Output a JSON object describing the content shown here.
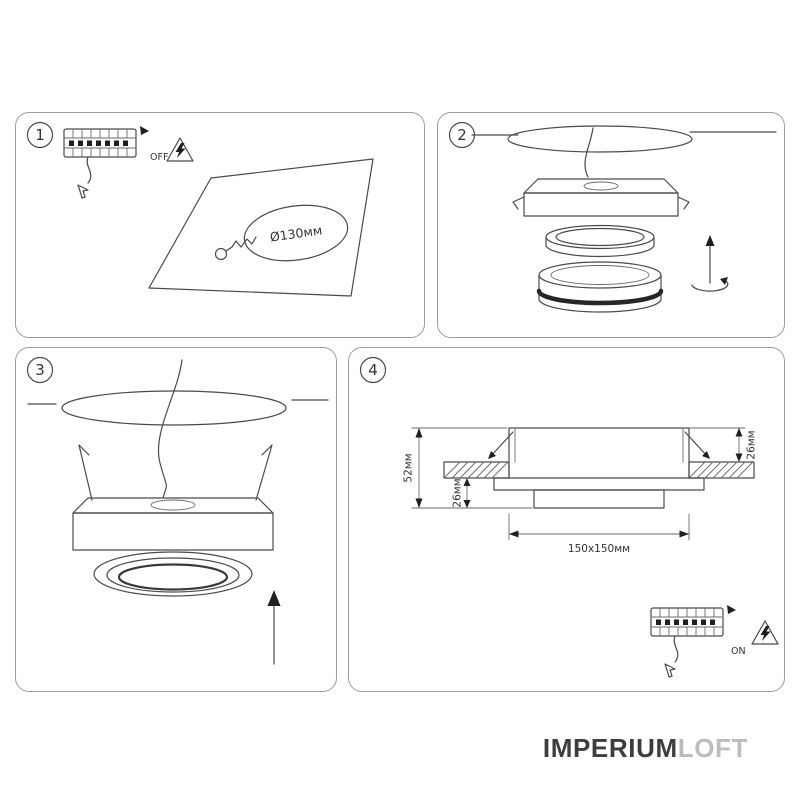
{
  "steps": {
    "step1": {
      "number": "1",
      "switch_label": "OFF",
      "hole_diameter_label": "Ø130мм"
    },
    "step2": {
      "number": "2"
    },
    "step3": {
      "number": "3"
    },
    "step4": {
      "number": "4",
      "switch_label": "ON",
      "dim_total_height": "52мм",
      "dim_below_ceiling": "26мм",
      "dim_above_ceiling": "26мм",
      "dim_cutout_size": "150x150мм"
    }
  },
  "logo": {
    "part1": "IMPERIUM",
    "part2": "LOFT"
  },
  "colors": {
    "line": "#4a4a4a",
    "panel_border": "#9c9c9c",
    "logo_primary": "#3d3d3d",
    "logo_secondary": "#bdbdbd"
  }
}
